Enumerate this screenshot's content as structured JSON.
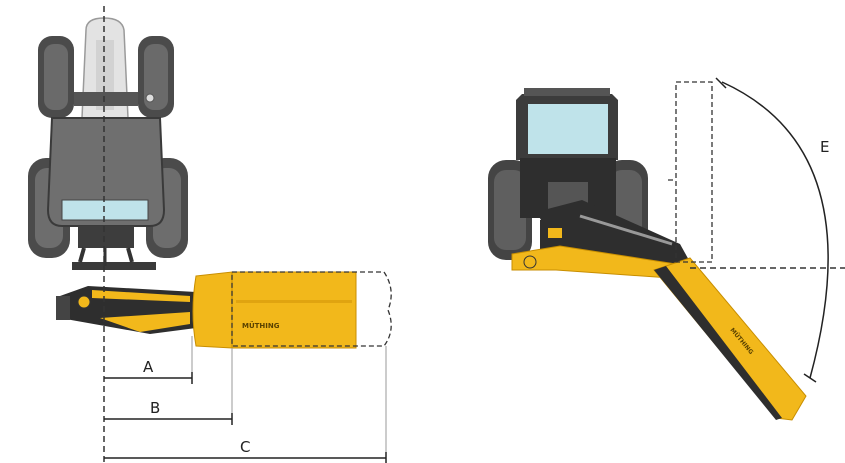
{
  "labels": {
    "a": "A",
    "b": "B",
    "c": "C",
    "e": "E"
  },
  "brand_text": "MÜTHING",
  "colors": {
    "mower_yellow": "#F2B81B",
    "mower_dark": "#C88E00",
    "tractor_dark": "#3c3c3c",
    "tractor_body": "#6d6d6d",
    "tyre": "#4a4a4a",
    "glass": "#bfe3ea",
    "dimension_line": "#222222"
  }
}
